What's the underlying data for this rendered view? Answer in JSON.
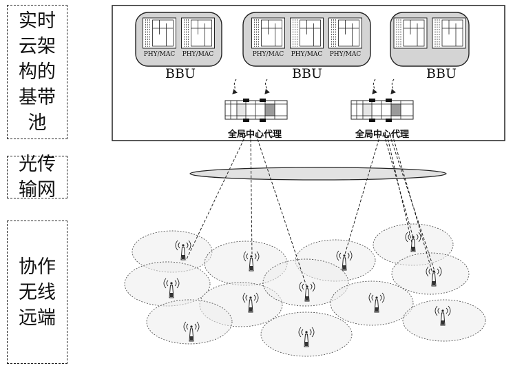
{
  "layers": [
    {
      "id": "pool",
      "label": "实时云架构的基带池"
    },
    {
      "id": "fronthaul",
      "label": "光传输网"
    },
    {
      "id": "rrh",
      "label": "协作无线远端"
    }
  ],
  "bbu_units": [
    {
      "label": "BBU",
      "modules": [
        "PHY/MAC",
        "PHY/MAC"
      ]
    },
    {
      "label": "BBU",
      "modules": [
        "PHY/MAC",
        "PHY/MAC",
        "PHY/MAC"
      ]
    },
    {
      "label": "BBU",
      "modules": [
        "",
        ""
      ]
    }
  ],
  "proxies": [
    {
      "label": "全局中心代理"
    },
    {
      "label": "全局中心代理"
    }
  ],
  "colors": {
    "line": "#222222",
    "bbu_fill": "#d4d4d4",
    "cell_fill": "#ededed",
    "switch_dark": "#555555",
    "switch_light": "#e6e6e6"
  }
}
